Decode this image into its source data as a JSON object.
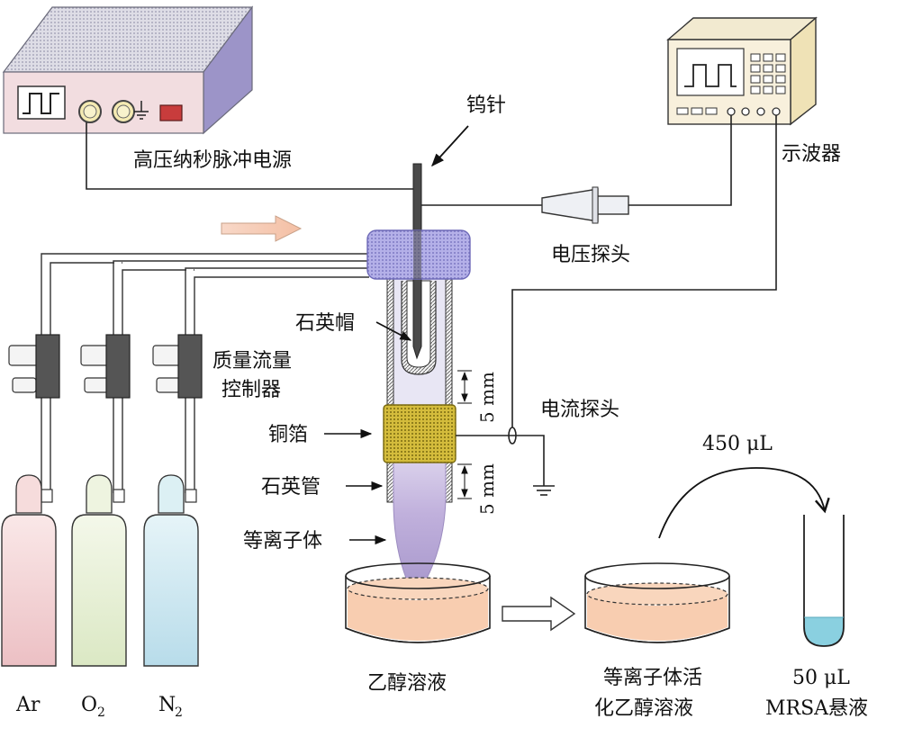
{
  "labels": {
    "power_supply": "高压纳秒脉冲电源",
    "tungsten_needle": "钨针",
    "oscilloscope": "示波器",
    "voltage_probe": "电压探头",
    "quartz_cap": "石英帽",
    "mfc_line1": "质量流量",
    "mfc_line2": "控制器",
    "copper_foil": "铜箔",
    "quartz_tube": "石英管",
    "plasma": "等离子体",
    "current_probe": "电流探头",
    "gap_upper": "5 mm",
    "gap_lower": "5 mm",
    "ethanol": "乙醇溶液",
    "activated_line1": "等离子体活",
    "activated_line2": "化乙醇溶液",
    "transfer_volume": "450 μL",
    "mrsa_volume": "50 μL",
    "mrsa_label": "MRSA悬液"
  },
  "gases": {
    "ar": "Ar",
    "o2_base": "O",
    "o2_sub": "2",
    "n2_base": "N",
    "n2_sub": "2"
  },
  "colors": {
    "ar_cylinder": "#f0c8c8",
    "o2_cylinder": "#e3edcc",
    "n2_cylinder": "#c2e3ec",
    "plasma": "#b6a4d4",
    "copper_foil": "#c9b23a",
    "ethanol": "#f8cdb0",
    "mrsa_liquid": "#8ad0e0",
    "gas_inlet_block": "#a8a4e0",
    "power_supply_front": "#f0d8dc"
  }
}
